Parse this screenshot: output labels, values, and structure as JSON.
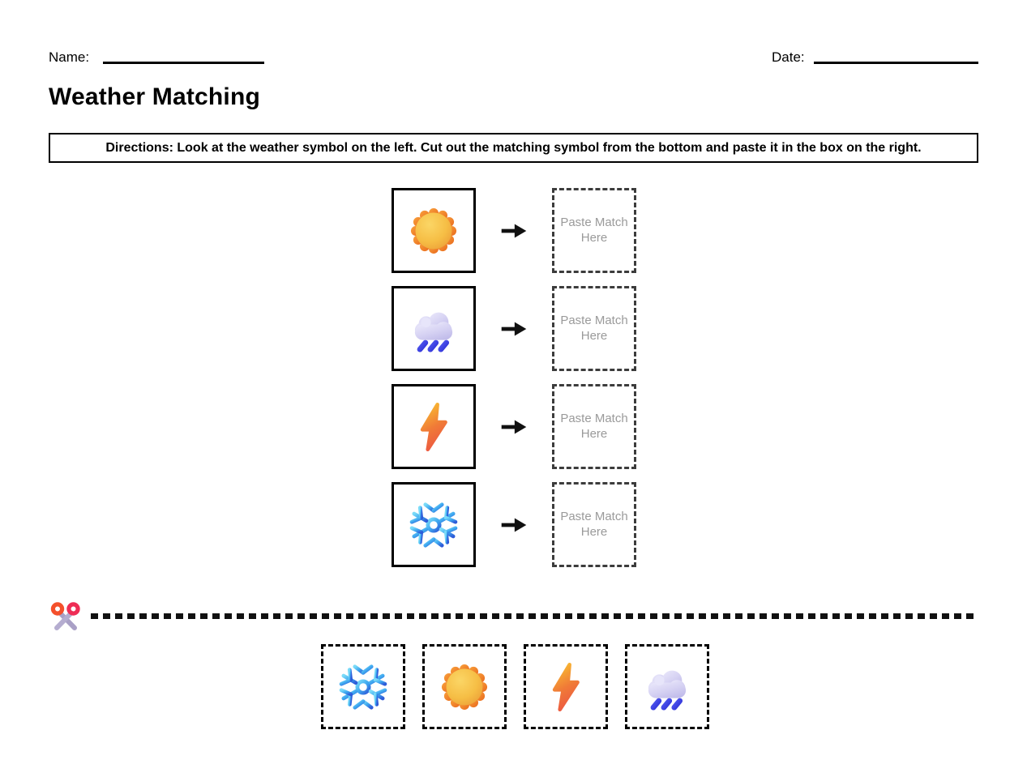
{
  "header": {
    "name_label": "Name:",
    "date_label": "Date:"
  },
  "title": "Weather Matching",
  "directions": "Directions: Look at the weather symbol on the left. Cut out the matching symbol from the bottom and paste it in the box on the right.",
  "arrow_icon": "arrow",
  "match_rows": [
    {
      "symbol": "sun",
      "paste_label": "Paste Match Here"
    },
    {
      "symbol": "rain-cloud",
      "paste_label": "Paste Match Here"
    },
    {
      "symbol": "lightning",
      "paste_label": "Paste Match Here"
    },
    {
      "symbol": "snowflake",
      "paste_label": "Paste Match Here"
    }
  ],
  "cut_line": {
    "icon": "scissors"
  },
  "cut_pieces": [
    "snowflake",
    "sun",
    "lightning",
    "rain-cloud"
  ],
  "colors": {
    "ink": "#111111",
    "paste_text_gray": "#9a9a9a",
    "sun_outer_orange": "#EE7A1F",
    "sun_inner_yellow": "#F7C945",
    "cloud_lavender": "#D6D2F3",
    "rain_blue": "#3D44E5",
    "bolt_top_yellow": "#F8B432",
    "bolt_bottom_red": "#EC5642",
    "snow_light_cyan": "#6ED3F7",
    "snow_deep_blue": "#2E62DC",
    "scissors_handle_orange": "#F4502B",
    "scissors_handle_pink": "#EE2D55",
    "scissors_blade_purple": "#ACA4C9"
  }
}
